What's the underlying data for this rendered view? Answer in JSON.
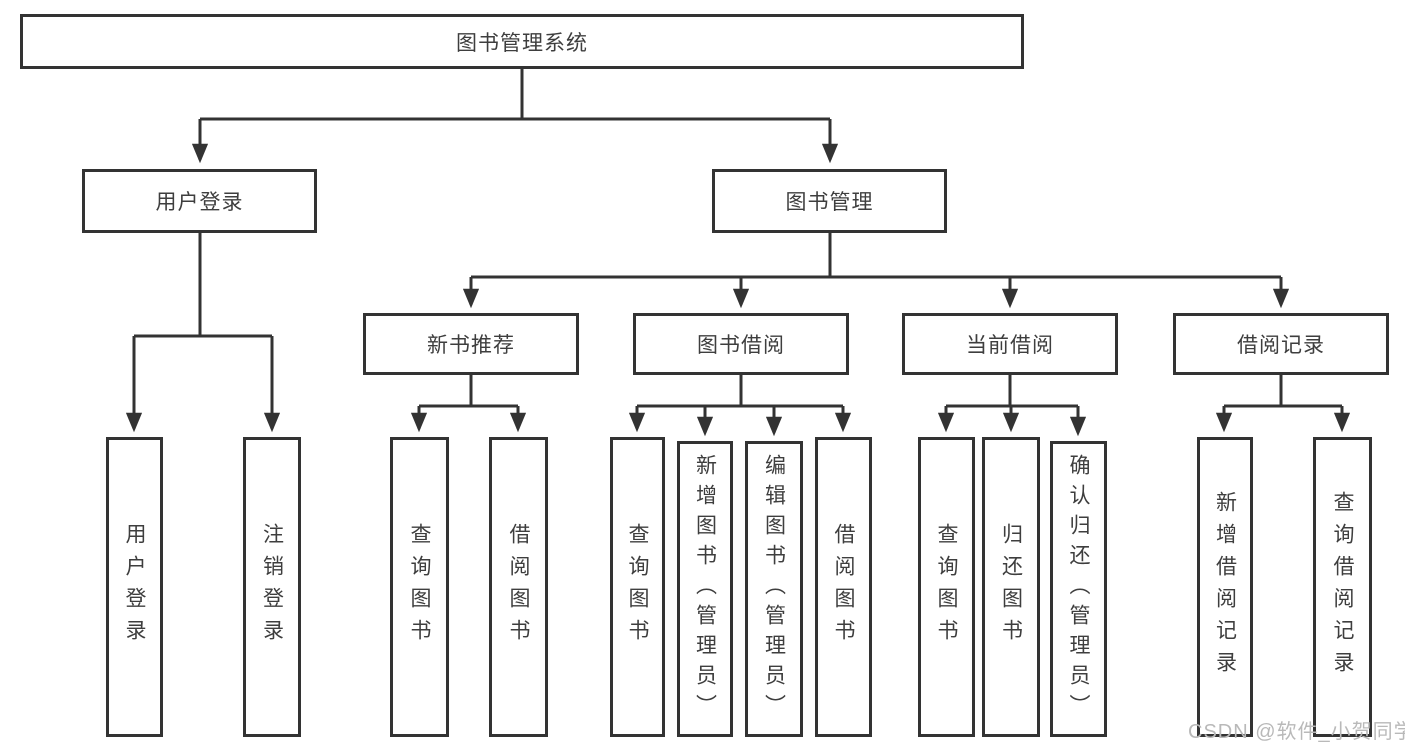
{
  "diagram_title": "图书管理系统",
  "tree": {
    "root": {
      "label": "图书管理系统"
    },
    "branches": [
      {
        "label": "用户登录",
        "children": [
          {
            "label": "用户登录"
          },
          {
            "label": "注销登录"
          }
        ]
      },
      {
        "label": "图书管理",
        "children": [
          {
            "label": "新书推荐",
            "children": [
              {
                "label": "查询图书"
              },
              {
                "label": "借阅图书"
              }
            ]
          },
          {
            "label": "图书借阅",
            "children": [
              {
                "label": "查询图书"
              },
              {
                "label": "新增图书（管理员）"
              },
              {
                "label": "编辑图书（管理员）"
              },
              {
                "label": "借阅图书"
              }
            ]
          },
          {
            "label": "当前借阅",
            "children": [
              {
                "label": "查询图书"
              },
              {
                "label": "归还图书"
              },
              {
                "label": "确认归还（管理员）"
              }
            ]
          },
          {
            "label": "借阅记录",
            "children": [
              {
                "label": "新增借阅记录"
              },
              {
                "label": "查询借阅记录"
              }
            ]
          }
        ]
      }
    ]
  },
  "watermark": "CSDN @软件_小贺同学",
  "colors": {
    "line": "#333333",
    "box_border": "#333333",
    "box_fill": "#ffffff",
    "text": "#3e3e3e",
    "watermark": "#b9b9b9",
    "background": "#ffffff"
  }
}
